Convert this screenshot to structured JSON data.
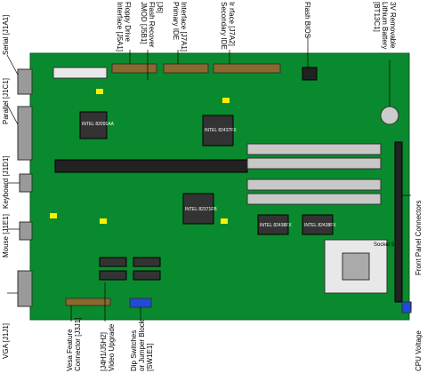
{
  "labels": {
    "serial": "Serial [J1A1]",
    "parallel": "Parallel [J1C1]",
    "keyboard": "Keyboard [J1D1]",
    "mouse": "Mouse [J1E1]",
    "vga": "VGA [J1J1]",
    "vesa_1": "Vesa Feature",
    "vesa_2": "Connector [J3J1]",
    "video_upgrade_1": "[J4H1/J5H2]",
    "video_upgrade_2": "Video Upgrade",
    "dip_1": "Dip Switches",
    "dip_2": "or Jumper Block",
    "dip_3": "[SW1E1]",
    "floppy_1": "Floppy Drive",
    "floppy_2": "Interface [J5A1]",
    "jmod_1": "JMOD [J5B1]",
    "jmod_2": "Flash Recover",
    "jmod_3": "[J6]",
    "primary_ide_1": "Primary IDE",
    "primary_ide_2": "Interface [J7A1]",
    "secondary_ide_1": "Secondary IDE",
    "secondary_ide_2": "Ir rface [J7A2]",
    "flash_bios": "Flash BIOS",
    "battery_1": "3V Removable",
    "battery_2": "Lithium Battery",
    "battery_3": "[BT13C1]",
    "front_panel": "Front Panel Connectors",
    "cpu_voltage": "CPU Voltage",
    "socket": "Socket 5"
  },
  "chips": {
    "c1": "INTEL 82091AA",
    "c2": "INTEL 82437FX",
    "c3": "INTEL 82371FB",
    "c4": "INTEL 82438FX",
    "c5": "INTEL 82438FX"
  },
  "colors": {
    "board": "#0a8a2e",
    "slot": "#c8c8c8",
    "ide_header": "#8a6a2a",
    "jumper": "#ffee00",
    "blue_jumper": "#1c4cd8"
  }
}
